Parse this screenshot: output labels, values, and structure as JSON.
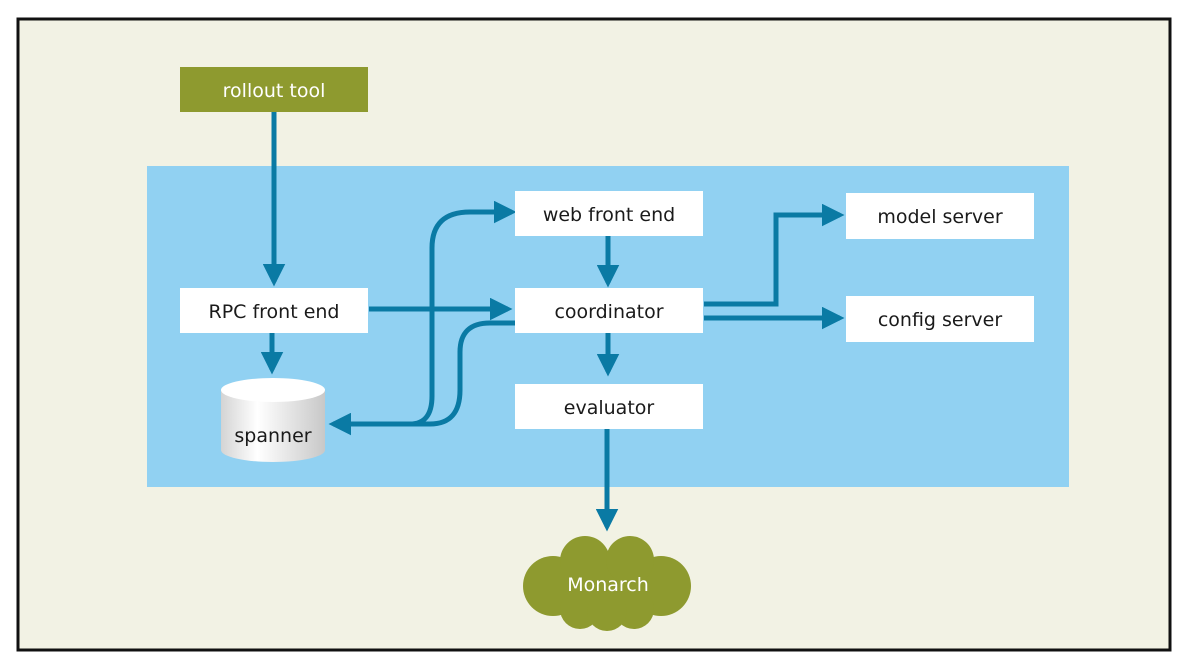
{
  "nodes": {
    "rollout_tool": "rollout tool",
    "rpc_front_end": "RPC front end",
    "spanner": "spanner",
    "web_front_end": "web front end",
    "coordinator": "coordinator",
    "evaluator": "evaluator",
    "model_server": "model server",
    "config_server": "config server",
    "monarch": "Monarch"
  },
  "colors": {
    "page_background": "#f2f2e4",
    "frame_border": "#111111",
    "system_panel": "#91d1f2",
    "box_fill": "#ffffff",
    "external_node": "#8e9a2f",
    "arrow": "#0a7aa4"
  }
}
